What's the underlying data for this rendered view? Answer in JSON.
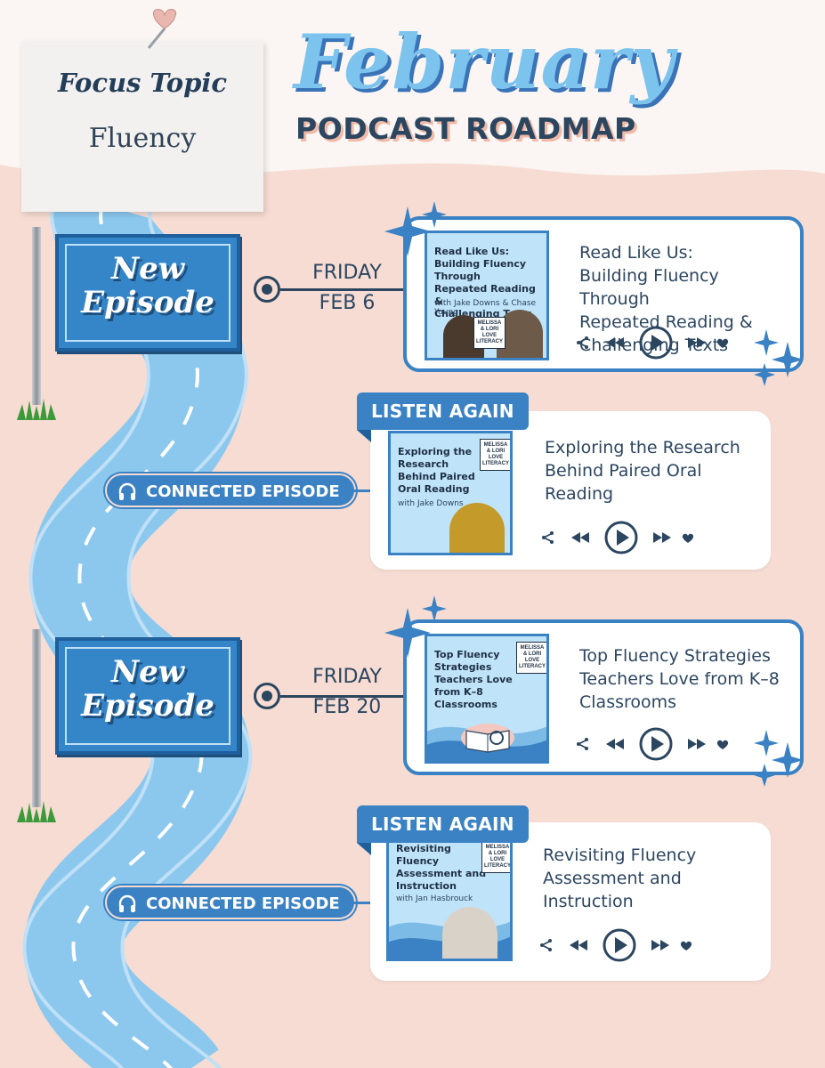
{
  "header": {
    "month": "February",
    "subtitle": "PODCAST ROADMAP"
  },
  "focus": {
    "label": "Focus Topic",
    "value": "Fluency"
  },
  "sign_text": [
    "New",
    "Episode"
  ],
  "colors": {
    "accent": "#3a82c4",
    "light_blue": "#7cc3ee",
    "navy": "#2c4660",
    "background": "#f6dcd3"
  },
  "episodes": [
    {
      "day": "FRIDAY",
      "date": "FEB 6",
      "title": [
        "Read Like Us:",
        "Building Fluency Through",
        "Repeated Reading &",
        "Challenging Texts"
      ],
      "thumb_title": [
        "Read Like Us:",
        "Building Fluency Through",
        "Repeated Reading &",
        "Challenging Texts"
      ],
      "thumb_guests": "with Jake Downs & Chase Young"
    },
    {
      "label": "LISTEN AGAIN",
      "connected": "CONNECTED EPISODE",
      "title": [
        "Exploring the Research",
        "Behind Paired Oral",
        "Reading"
      ],
      "thumb_title": [
        "Exploring the",
        "Research",
        "Behind Paired",
        "Oral Reading"
      ],
      "thumb_guests": "with Jake Downs"
    },
    {
      "day": "FRIDAY",
      "date": "FEB 20",
      "title": [
        "Top Fluency Strategies",
        "Teachers Love from K–8",
        "Classrooms"
      ],
      "thumb_title": [
        "Top Fluency",
        "Strategies",
        "Teachers Love",
        "from K–8",
        "Classrooms"
      ]
    },
    {
      "label": "LISTEN AGAIN",
      "connected": "CONNECTED EPISODE",
      "title": [
        "Revisiting Fluency",
        "Assessment and",
        "Instruction"
      ],
      "thumb_title": [
        "Revisiting",
        "Fluency",
        "Assessment and",
        "Instruction"
      ],
      "thumb_guests": "with Jan Hasbrouck"
    }
  ],
  "logo_text": [
    "MELISSA",
    "& LORI",
    "LOVE",
    "LITERACY"
  ],
  "icons": [
    "share-icon",
    "rewind-icon",
    "play-icon",
    "fast-forward-icon",
    "heart-icon",
    "headphones-icon"
  ]
}
